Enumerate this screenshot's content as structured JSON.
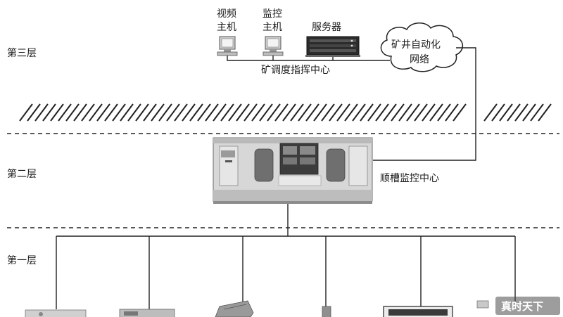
{
  "layers": {
    "third": "第三层",
    "second": "第二层",
    "first": "第一层"
  },
  "top_devices": {
    "video_host_line1": "视频",
    "video_host_line2": "主机",
    "monitor_host_line1": "监控",
    "monitor_host_line2": "主机",
    "server": "服务器"
  },
  "dispatch_center": "矿调度指挥中心",
  "network_cloud_line1": "矿井自动化",
  "network_cloud_line2": "网络",
  "trough_center": "顺槽监控中心",
  "watermark": "真时天下"
}
